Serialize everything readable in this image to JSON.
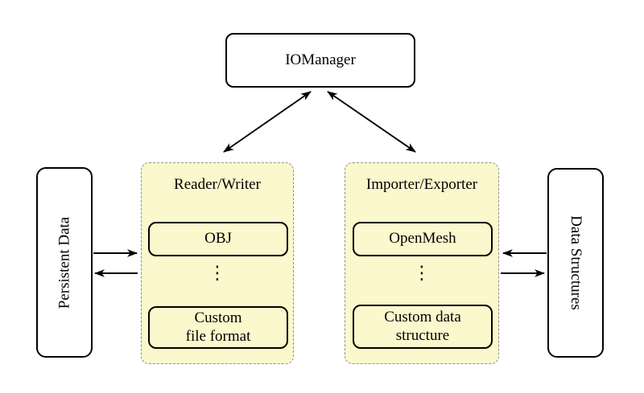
{
  "diagram": {
    "colors": {
      "group_fill": "#fcf8cd",
      "group_border": "#8f8f8f",
      "node_border": "#000000",
      "node_fill": "#ffffff",
      "arrow": "#000000"
    },
    "nodes": {
      "iomanager": {
        "label": "IOManager"
      },
      "persistent_data": {
        "label": "Persistent Data"
      },
      "data_structures": {
        "label": "Data Structures"
      },
      "reader_writer": {
        "title": "Reader/Writer",
        "ellipsis": "⋮",
        "items": [
          {
            "label": "OBJ"
          },
          {
            "label": "Custom\nfile format"
          }
        ]
      },
      "importer_exporter": {
        "title": "Importer/Exporter",
        "ellipsis": "⋮",
        "items": [
          {
            "label": "OpenMesh"
          },
          {
            "label": "Custom data\nstructure"
          }
        ]
      }
    },
    "connections": [
      {
        "from": "IOManager",
        "to": "Reader/Writer",
        "style": "bidirectional"
      },
      {
        "from": "IOManager",
        "to": "Importer/Exporter",
        "style": "bidirectional"
      },
      {
        "from": "Persistent Data",
        "to": "Reader/Writer",
        "style": "one-way"
      },
      {
        "from": "Reader/Writer",
        "to": "Persistent Data",
        "style": "one-way"
      },
      {
        "from": "Data Structures",
        "to": "Importer/Exporter",
        "style": "one-way"
      },
      {
        "from": "Importer/Exporter",
        "to": "Data Structures",
        "style": "one-way"
      }
    ]
  }
}
